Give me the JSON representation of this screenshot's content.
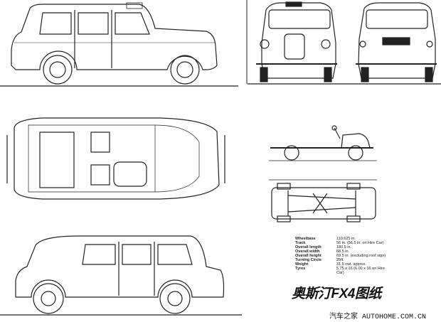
{
  "specs": [
    {
      "label": "Wheelbase",
      "value": "110.625 in."
    },
    {
      "label": "Track",
      "value": "56 in. (56.5 in. on Hire Car)"
    },
    {
      "label": "Overall length",
      "value": "180.5 in."
    },
    {
      "label": "Overall width",
      "value": "68.5 in."
    },
    {
      "label": "Overall height",
      "value": "69.5 in. (excluding roof sign)"
    },
    {
      "label": "Turning Circle",
      "value": "25ft."
    },
    {
      "label": "Weight",
      "value": "31.5 cwt. approx."
    },
    {
      "label": "Tyres",
      "value": "5.75 x 16 (6.00 x 16 on Hire Car)"
    }
  ],
  "title": "奥斯汀FX4图纸",
  "watermark": "汽车之家 AUTOHOME.COM.CN",
  "colors": {
    "line": "#222222",
    "background": "#ffffff"
  }
}
